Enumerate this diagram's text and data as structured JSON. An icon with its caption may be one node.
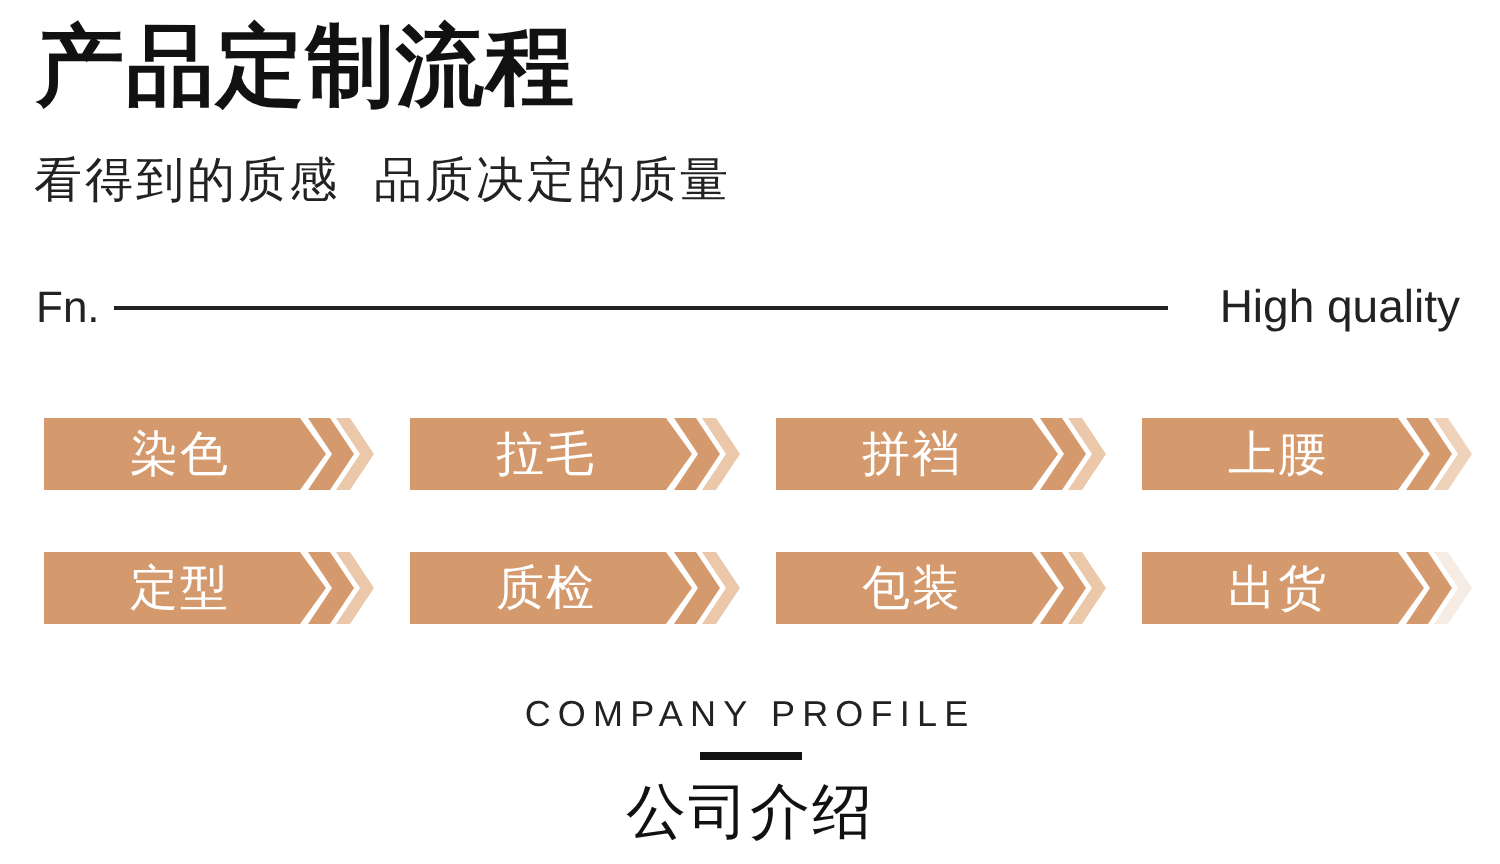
{
  "diagram": {
    "title": "产品定制流程",
    "nodes": [
      {
        "text": [
          "染色"
        ]
      },
      {
        "text": [
          "拉毛"
        ]
      },
      {
        "text": [
          "拼裆"
        ]
      },
      {
        "text": [
          "上腰"
        ]
      },
      {
        "text": [
          "定型"
        ]
      },
      {
        "text": [
          "质检"
        ]
      },
      {
        "text": [
          "包装"
        ]
      },
      {
        "text": [
          "出货"
        ]
      }
    ],
    "labels": [
      "看得到的质感 品质决定的质量",
      "Fn.",
      "High quality",
      "COMPANY PROFILE",
      "公司介绍"
    ]
  }
}
